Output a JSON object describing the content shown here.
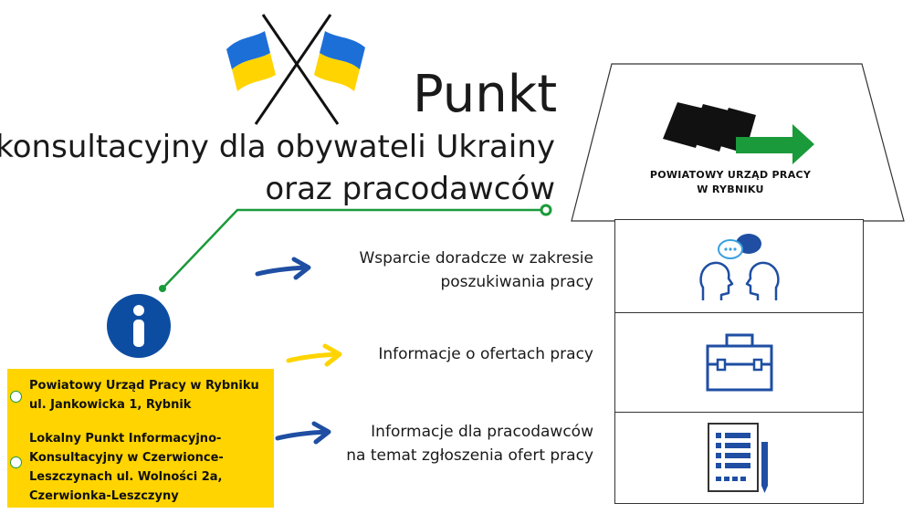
{
  "title": {
    "main": "Punkt",
    "line1": "konsultacyjny dla obywateli Ukrainy",
    "line2": "oraz pracodawców"
  },
  "features": [
    {
      "line1": "Wsparcie doradcze w zakresie",
      "line2": "poszukiwania pracy",
      "arrow_color": "#1f4ea3",
      "icon": "conversation-icon"
    },
    {
      "line1": "Informacje o ofertach pracy",
      "line2": "",
      "arrow_color": "#ffd400",
      "icon": "briefcase-icon"
    },
    {
      "line1": "Informacje dla pracodawców",
      "line2": "na temat zgłoszenia ofert pracy",
      "arrow_color": "#1f4ea3",
      "icon": "form-document-icon"
    }
  ],
  "logo": {
    "line1": "POWIATOWY URZĄD PRACY",
    "line2": "W RYBNIKU",
    "arrow_color": "#1a9a3a"
  },
  "locations": [
    {
      "line1": "Powiatowy Urząd Pracy w Rybniku",
      "line2": "ul. Jankowicka 1, Rybnik"
    },
    {
      "line1": "Lokalny Punkt Informacyjno-",
      "line2": "Konsultacyjny w Czerwionce-",
      "line3": "Leszczynach ul. Wolności 2a,",
      "line4": "Czerwionka-Leszczyny"
    }
  ],
  "colors": {
    "flag_blue": "#1d6fd8",
    "flag_yellow": "#ffd400",
    "info_blue": "#0d4da1",
    "connector_green": "#1a9a3a",
    "box_yellow": "#ffd400"
  }
}
